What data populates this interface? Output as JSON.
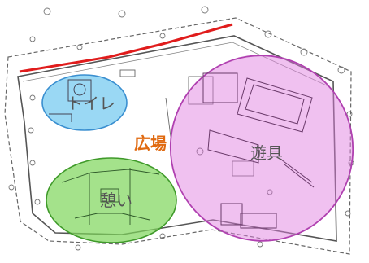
{
  "labels": {
    "toilet": "トイレ",
    "plaza": "広場",
    "playground": "遊具",
    "rest": "憩い"
  },
  "colors": {
    "toilet_fill": "#5cc0ee",
    "toilet_stroke": "#3a8fd0",
    "plaza_text": "#e06a10",
    "playground_fill": "#e07de0",
    "playground_stroke": "#b040b0",
    "rest_fill": "#7ed65a",
    "rest_stroke": "#3f9a2a",
    "red_line": "#e01c1c",
    "label_text": "#555555"
  }
}
